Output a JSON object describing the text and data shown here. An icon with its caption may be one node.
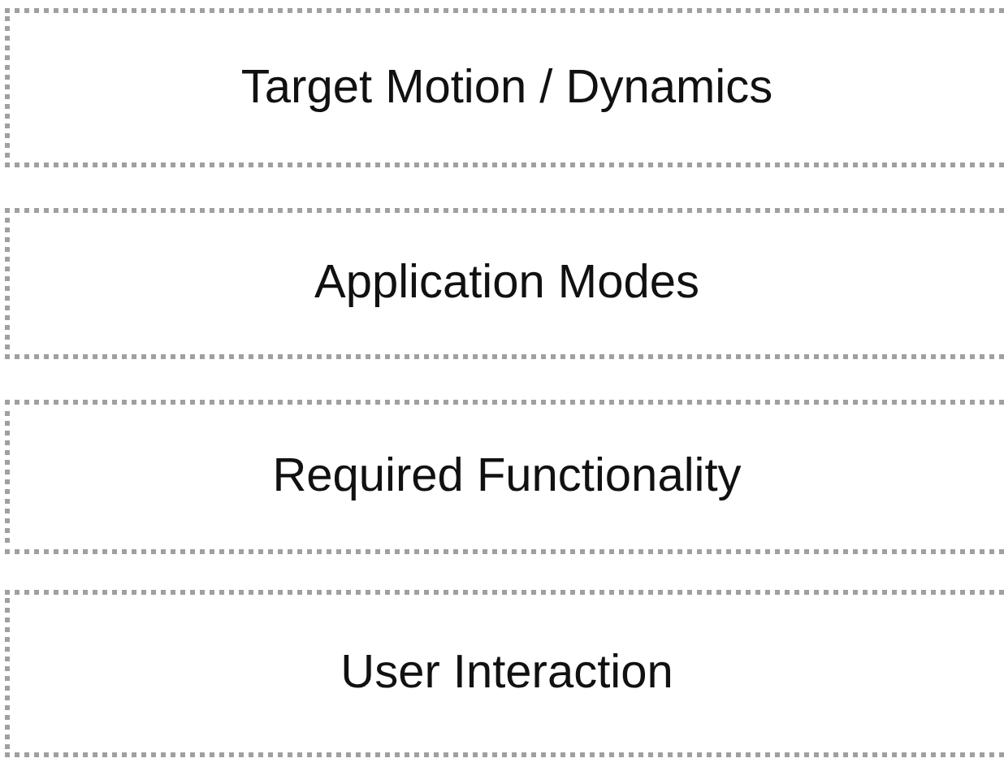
{
  "diagram": {
    "nodes": [
      {
        "text": [
          "Target Motion / Dynamics"
        ]
      },
      {
        "text": [
          "Application Modes"
        ]
      },
      {
        "text": [
          "Required Functionality"
        ]
      },
      {
        "text": [
          "User Interaction"
        ]
      }
    ]
  }
}
